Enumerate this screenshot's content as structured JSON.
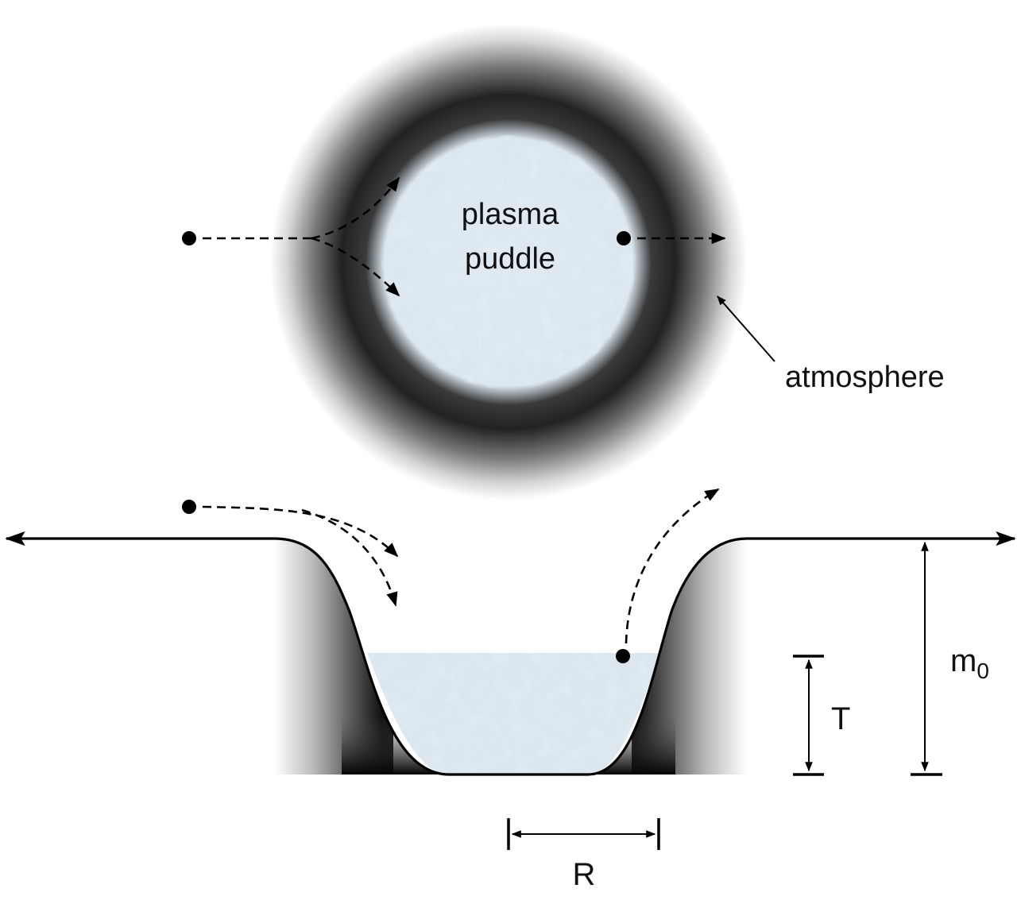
{
  "labels": {
    "puddle_line1": "plasma",
    "puddle_line2": "puddle",
    "atmosphere": "atmosphere",
    "m0_base": "m",
    "m0_sub": "0",
    "T": "T",
    "R": "R"
  },
  "colors": {
    "line": "#000000",
    "atmosphere_dark": "#1a1a1a",
    "plasma_light": "#dfe9f2",
    "plasma_tint": "#b9cfe0",
    "background": "#ffffff"
  },
  "icons": {
    "particle": "filled-dot",
    "trajectory": "dashed-arrow",
    "surface_arrow": "solid-arrowhead",
    "dimension": "double-arrow"
  }
}
